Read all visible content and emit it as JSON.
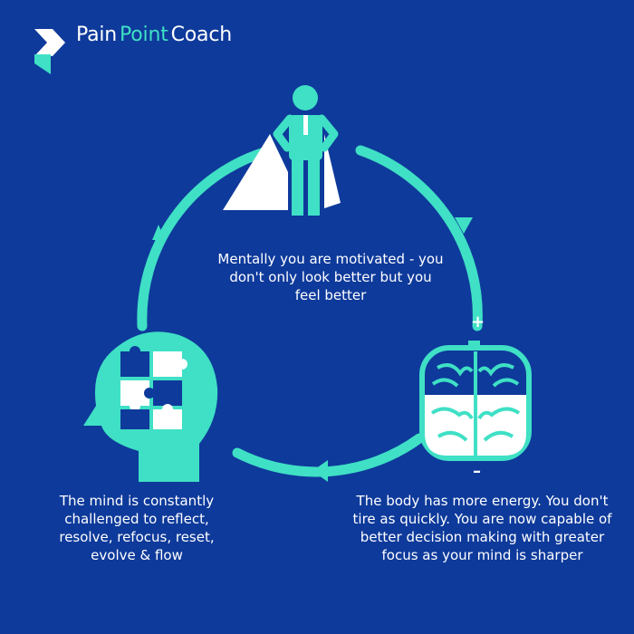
{
  "brand": {
    "part1": "Pain",
    "part2": "Point",
    "part3": "Coach",
    "colors": {
      "background": "#0e3a9b",
      "accent": "#3fe0c5",
      "text": "#ffffff"
    }
  },
  "steps": {
    "top": "Mentally you are motivated - you don't only look better but you feel better",
    "right": "The body has more energy. You don't tire as quickly. You are now capable of better decision making with greater focus as your mind is sharper",
    "left": "The mind is constantly challenged to reflect, resolve, refocus, reset, evolve & flow"
  },
  "brain_markers": {
    "plus": "+",
    "minus": "–"
  },
  "icons": [
    "superhero-icon",
    "brain-battery-icon",
    "puzzle-head-icon",
    "cycle-arrow-icon"
  ]
}
